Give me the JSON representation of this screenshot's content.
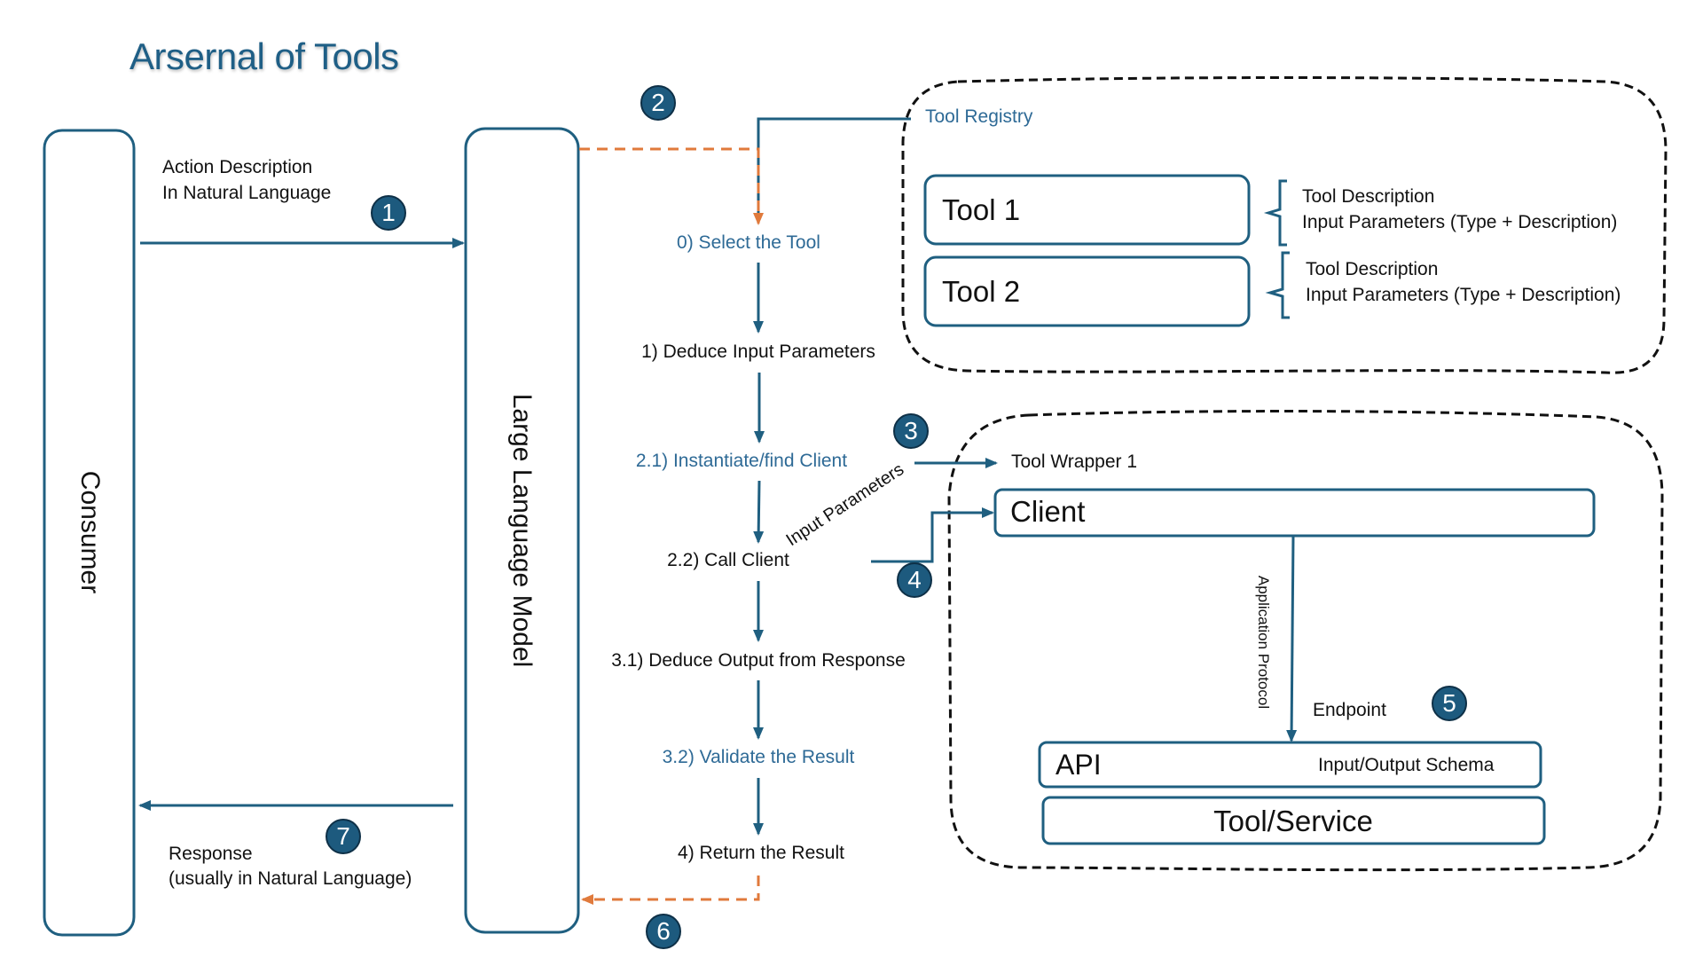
{
  "title": "Arsernal of Tools",
  "actors": {
    "consumer": "Consumer",
    "llm": "Large Language Model"
  },
  "request": {
    "line1": "Action Description",
    "line2": "In Natural Language"
  },
  "response": {
    "line1": "Response",
    "line2": "(usually in Natural Language)"
  },
  "badges": [
    "1",
    "2",
    "3",
    "4",
    "5",
    "6",
    "7"
  ],
  "steps": [
    {
      "label": "0) Select the Tool",
      "highlight": true
    },
    {
      "label": "1) Deduce Input Parameters",
      "highlight": false
    },
    {
      "label": "2.1) Instantiate/find  Client",
      "highlight": true
    },
    {
      "label": "2.2) Call Client",
      "highlight": false
    },
    {
      "label": "3.1) Deduce Output from Response",
      "highlight": false
    },
    {
      "label": "3.2) Validate the Result",
      "highlight": true
    },
    {
      "label": "4) Return the Result",
      "highlight": false
    }
  ],
  "registry": {
    "label": "Tool Registry",
    "tools": [
      {
        "name": "Tool 1",
        "desc": "Tool Description",
        "params": "Input Parameters (Type + Description)"
      },
      {
        "name": "Tool 2",
        "desc": "Tool Description",
        "params": "Input Parameters (Type + Description)"
      }
    ]
  },
  "wrapper": {
    "label": "Tool Wrapper 1",
    "client": "Client",
    "input_params_label": "Input Parameters",
    "protocol_label": "Application Protocol",
    "endpoint_label": "Endpoint",
    "api": "API",
    "schema": "Input/Output Schema",
    "service": "Tool/Service"
  },
  "colors": {
    "primary": "#1f5f80",
    "step_highlight": "#2e6a96",
    "badge_fill": "#1d5a7e",
    "return_path": "#e07a3c",
    "title": "#1f5f86"
  }
}
